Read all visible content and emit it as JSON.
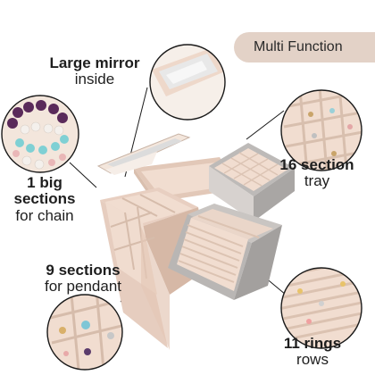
{
  "badge": "Multi Function",
  "callouts": {
    "mirror": {
      "bold": "Large mirror",
      "normal": "inside"
    },
    "big": {
      "bold1": "1 big",
      "bold2": "sections",
      "normal": "for chain"
    },
    "sixteen": {
      "bold": "16 section",
      "normal": "tray"
    },
    "nine": {
      "bold": "9 sections",
      "normal": "for pendant"
    },
    "rings": {
      "bold": "11 rings",
      "normal": "rows"
    }
  },
  "colors": {
    "badge_bg": "#e3d2c7",
    "velvet": "#f1ddd0",
    "velvet_shadow": "#e2c8b8",
    "shell_rose": "#e8cfc1",
    "shell_grey": "#b7b4b2",
    "outline": "#1a1a1a"
  }
}
